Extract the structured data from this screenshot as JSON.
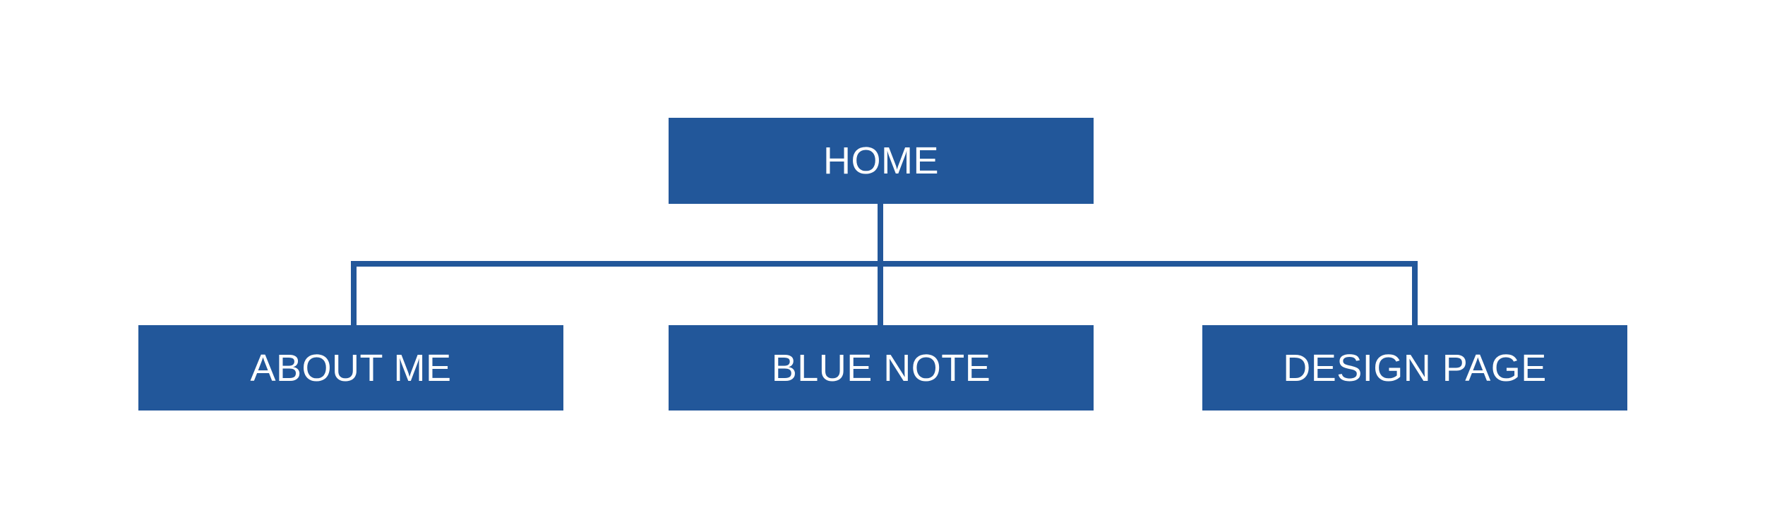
{
  "colors": {
    "node_fill": "#22579A",
    "connector": "#22579A",
    "text": "#FFFFFF",
    "background": "#FFFFFF"
  },
  "diagram": {
    "root": {
      "label": "HOME"
    },
    "children": [
      {
        "label": "ABOUT ME"
      },
      {
        "label": "BLUE NOTE"
      },
      {
        "label": "DESIGN PAGE"
      }
    ]
  }
}
